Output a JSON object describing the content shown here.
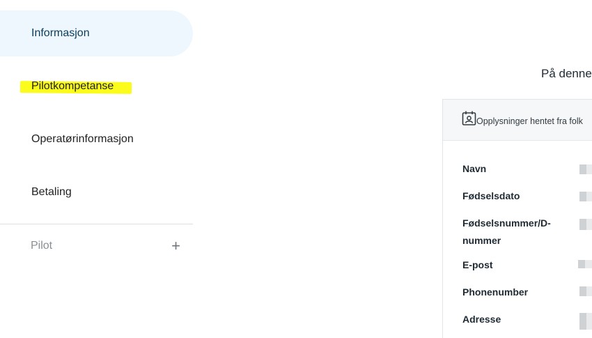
{
  "sidebar": {
    "items": [
      {
        "label": "Informasjon",
        "active": true
      },
      {
        "label": "Pilotkompetanse",
        "highlighted": true
      },
      {
        "label": "Operatørinformasjon"
      },
      {
        "label": "Betaling"
      }
    ],
    "section": {
      "label": "Pilot",
      "action_icon": "plus-icon"
    }
  },
  "main": {
    "intro": "På denne",
    "card": {
      "header_icon": "contact-card-icon",
      "header_text": "Opplysninger hentet fra folk",
      "fields": [
        {
          "label": "Navn"
        },
        {
          "label": "Fødselsdato"
        },
        {
          "label": "Fødselsnummer/D-",
          "label_line2": "nummer"
        },
        {
          "label": "E-post"
        },
        {
          "label": "Phonenumber"
        },
        {
          "label": "Adresse"
        }
      ]
    }
  },
  "colors": {
    "active_bg": "#edf7fd",
    "highlight": "#fbfb1c",
    "divider": "#dcdfe2"
  }
}
